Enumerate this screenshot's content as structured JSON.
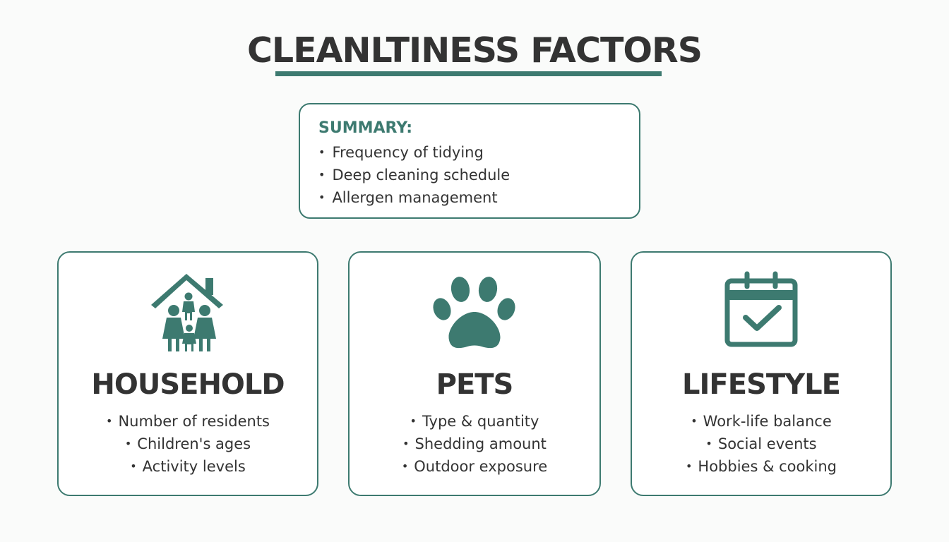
{
  "title": "CLEANLTINESS FACTORS",
  "colors": {
    "accent": "#3d7a70",
    "text": "#333333",
    "background": "#fafbfa"
  },
  "summary": {
    "heading": "SUMMARY:",
    "items": [
      "Frequency of tidying",
      "Deep cleaning schedule",
      "Allergen management"
    ]
  },
  "cards": [
    {
      "icon": "family-house-icon",
      "title": "HOUSEHOLD",
      "items": [
        "Number of residents",
        "Children's ages",
        "Activity levels"
      ]
    },
    {
      "icon": "paw-print-icon",
      "title": "PETS",
      "items": [
        "Type & quantity",
        "Shedding amount",
        "Outdoor exposure"
      ]
    },
    {
      "icon": "calendar-check-icon",
      "title": "LIFESTYLE",
      "items": [
        "Work-life balance",
        "Social events",
        "Hobbies & cooking"
      ]
    }
  ]
}
